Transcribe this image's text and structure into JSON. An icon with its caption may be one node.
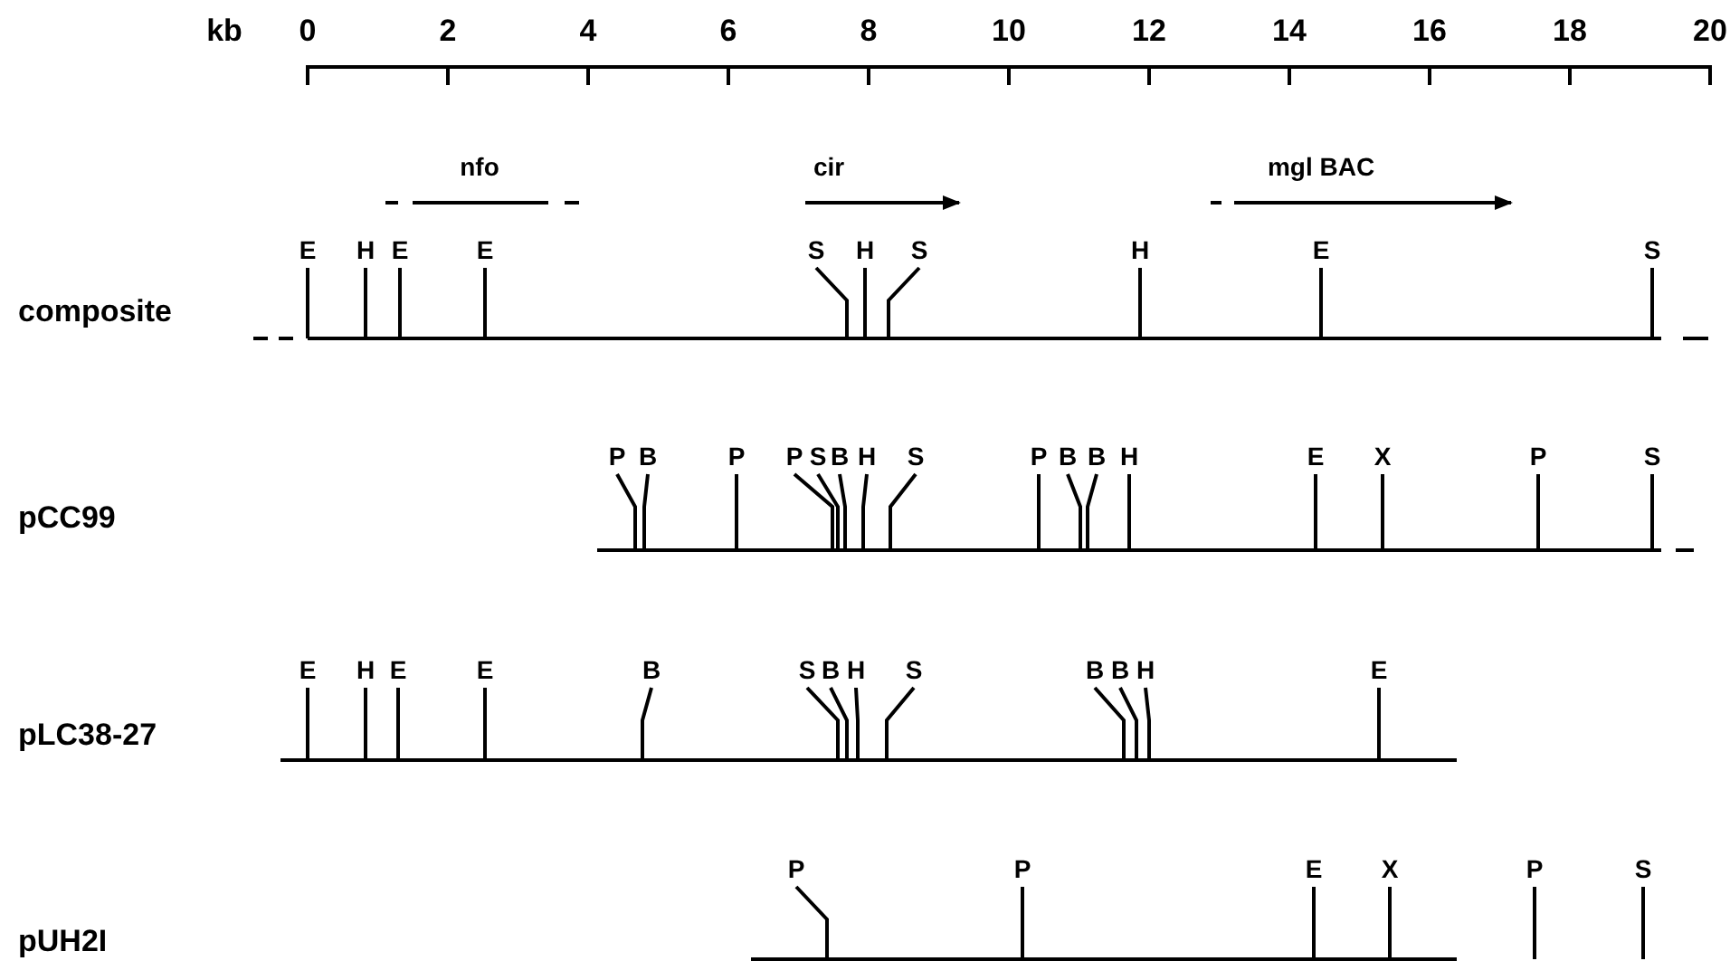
{
  "diagram": {
    "labels": [
      "kb",
      "0",
      "2",
      "4",
      "6",
      "8",
      "10",
      "12",
      "14",
      "16",
      "18",
      "20",
      "nfo",
      "cir",
      "mgl BAC",
      "E",
      "H",
      "E",
      "E",
      "S",
      "H",
      "S",
      "H",
      "E",
      "S",
      "composite",
      "P",
      "B",
      "P",
      "P",
      "S",
      "B",
      "H",
      "S",
      "P",
      "B",
      "B",
      "H",
      "E",
      "X",
      "P",
      "S",
      "pCC99",
      "E",
      "H",
      "E",
      "E",
      "B",
      "S",
      "B",
      "H",
      "S",
      "B",
      "B",
      "H",
      "E",
      "pLC38-27",
      "P",
      "P",
      "E",
      "X",
      "P",
      "S",
      "pUH2I"
    ]
  }
}
